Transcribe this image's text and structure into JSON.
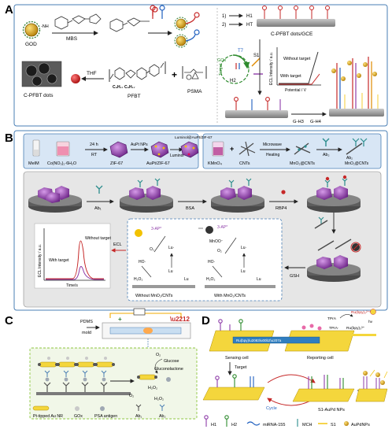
{
  "panels": {
    "A": {
      "letter": "A",
      "labels": {
        "god": "GOD",
        "nh2": "-NH",
        "mbs": "MBS",
        "cpfbt": "C-PFBT dots",
        "thf": "THF",
        "pfbt": "PFBT",
        "psma": "PSMA",
        "plus": "+",
        "h1": "H1",
        "ht": "HT",
        "step1": "1)",
        "step2": "2)",
        "electrode": "C-PFBT dots/GCE",
        "t7": "T7",
        "s1": "S1",
        "h2": "H2",
        "target": "Target",
        "gox": "GOx",
        "ecl_ylabel": "ECL Intensity / a.u.",
        "ecl_xlabel": "Potential / V",
        "without_target": "Without target",
        "with_target": "With target",
        "gh3": "G-H3",
        "gh4": "G-H4",
        "pfbt_formula": "C₈H₁₇ C₈H₁₇"
      }
    },
    "B": {
      "letter": "B",
      "labels": {
        "meim": "MeIM",
        "co": "Co(NO₃)₂·6H₂O",
        "time": "24 h",
        "rt": "RT",
        "zif67": "ZIF-67",
        "aupt_nps": "AuPt NPs",
        "aupt_zif": "AuPt/ZIF-67",
        "luminol": "Luminol",
        "luminol_zif": "Luminol@AuPt/ZIF-67",
        "kmno4": "KMnO₄",
        "cnts": "CNTs",
        "microwave": "Microwave",
        "heating": "Heating",
        "mno2_cnts": "MnO₂@CNTs",
        "ab2": "Ab₂",
        "ab2_mno2": "Ab₂-MnO₂@CNTs",
        "ab1": "Ab₁",
        "bsa": "BSA",
        "rbp4": "RBP4",
        "gsh": "GSH",
        "ecl": "ECL",
        "ecl_ylabel": "ECL Intensity / a.u.",
        "time_axis": "Time/s",
        "with_target": "With target",
        "without_target": "Without target",
        "without_mno2": "Without MnO₂/CNTs",
        "with_mno2": "With MnO₂/CNTs",
        "h2o2": "H₂O₂",
        "ho": "HO·",
        "o2": "O₂",
        "lu": "Lu",
        "lu2": "Lu·",
        "mnoo": "MnOO⁻",
        "h2o2b": "H₂O₂"
      }
    },
    "C": {
      "letter": "C",
      "labels": {
        "pdms": "PDMS",
        "mold": "mold",
        "glucose": "Glucose",
        "gluconolactone": "Gluconolactone",
        "o2": "O₂",
        "h2o2": "H₂O₂",
        "legend": [
          {
            "icon": "au-nr",
            "text": "Pt-tipped Au NR"
          },
          {
            "icon": "gox",
            "text": "GOx"
          },
          {
            "icon": "psa",
            "text": "PSA antigen"
          },
          {
            "icon": "ab1",
            "text": "Ab₁"
          },
          {
            "icon": "ab2",
            "text": "Ab₂"
          }
        ]
      }
    },
    "D": {
      "letter": "D",
      "labels": {
        "target": "Target",
        "sensing_cell": "Sensing cell",
        "reporting_cell": "Reporting cell",
        "cycle": "Cycle",
        "s1_aupd": "S1-AuPd NPs",
        "tpra": "TPrA",
        "tpra2": "TPrA·",
        "ru": "Ru(bpy)₃²⁺",
        "ru2": "Ru(bpy)₃²⁺*",
        "ru3": "Ru(bpy)₃³⁺",
        "light": "hv",
        "legend": [
          {
            "icon": "h1",
            "text": "H1"
          },
          {
            "icon": "h2",
            "text": "H2"
          },
          {
            "icon": "mirna",
            "text": "miRNA-155"
          },
          {
            "icon": "mch",
            "text": "MCH"
          },
          {
            "icon": "s1",
            "text": "S1"
          },
          {
            "icon": "aupd",
            "text": "AuPdNPs"
          }
        ]
      }
    }
  },
  "colors": {
    "frame_blue": "#4a7fb5",
    "panel_bg_blue": "#d8e6f5",
    "panel_bg_gray": "#e6e6e6",
    "green_dash": "#8dc63f",
    "purple": "#8e3ca8",
    "red": "#d22d2d",
    "gold": "#d9a21b",
    "teal": "#2a8c8c",
    "pink": "#e86aa8",
    "yellow": "#f4d63c"
  }
}
